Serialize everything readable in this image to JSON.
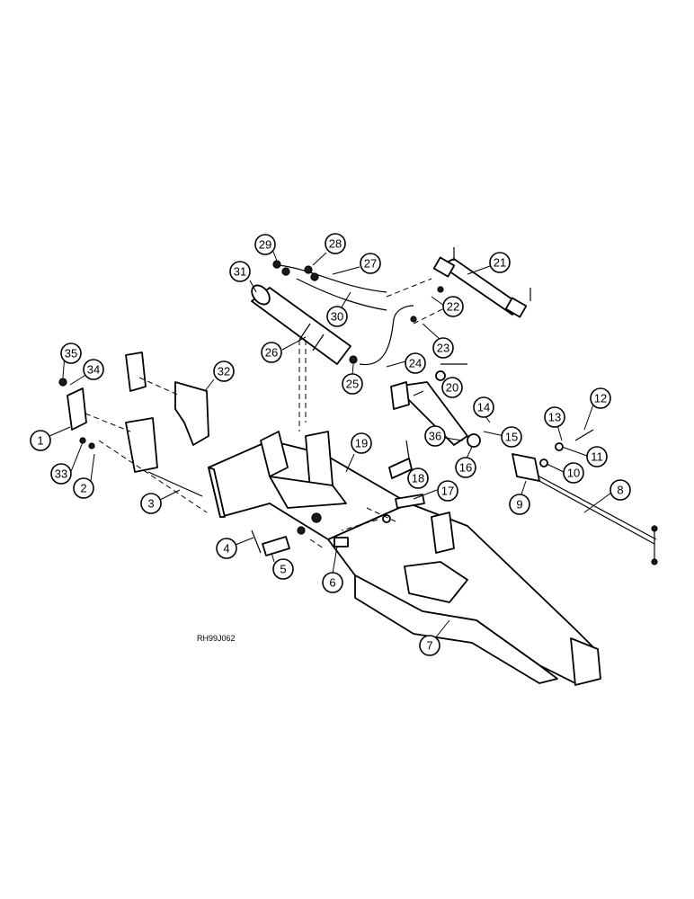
{
  "diagram": {
    "reference_code": "RH99J062",
    "callouts": [
      "1",
      "2",
      "3",
      "4",
      "5",
      "6",
      "7",
      "8",
      "9",
      "10",
      "11",
      "12",
      "13",
      "14",
      "15",
      "16",
      "17",
      "18",
      "19",
      "20",
      "21",
      "22",
      "23",
      "24",
      "25",
      "26",
      "27",
      "28",
      "29",
      "30",
      "31",
      "32",
      "33",
      "34",
      "35",
      "36"
    ]
  }
}
